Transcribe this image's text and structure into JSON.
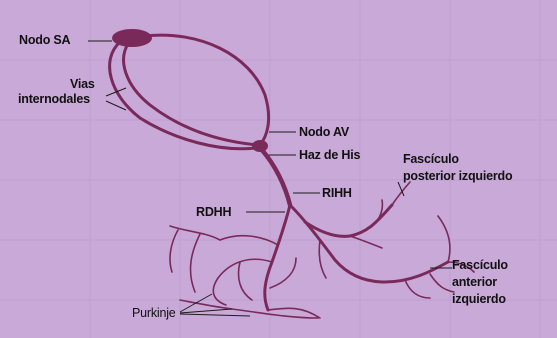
{
  "labels": {
    "nodo_sa": "Nodo SA",
    "vias_internodales_1": "Vias",
    "vias_internodales_2": "internodales",
    "nodo_av": "Nodo AV",
    "haz_de_his": "Haz de His",
    "fasciculo_posterior_1": "Fascículo",
    "fasciculo_posterior_2": "posterior izquierdo",
    "rihh": "RIHH",
    "rdhh": "RDHH",
    "fasciculo_anterior_1": "Fascículo",
    "fasciculo_anterior_2": "anterior",
    "fasciculo_anterior_3": "izquierdo",
    "purkinje": "Purkinje"
  },
  "colors": {
    "background": "#c9a9d8",
    "fibers": "#7a2a5a",
    "text": "#111111"
  }
}
